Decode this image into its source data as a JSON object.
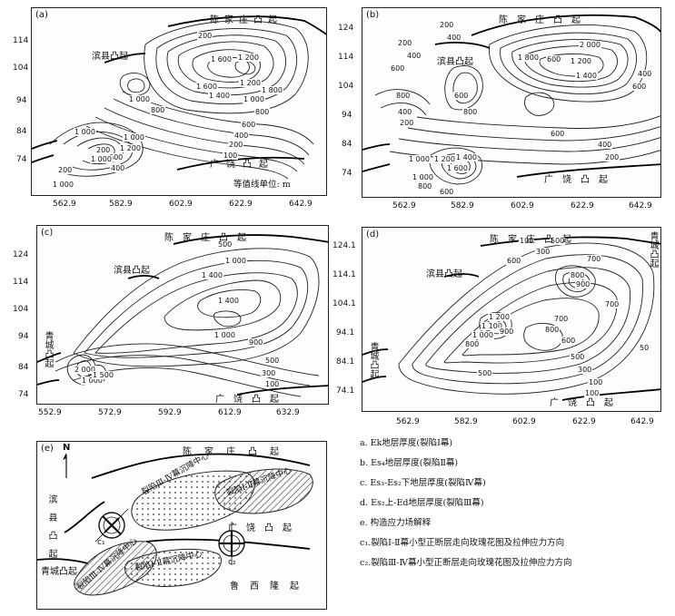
{
  "panels": {
    "a": {
      "label": "(a)",
      "yticks": [
        "114",
        "104",
        "94",
        "84",
        "74"
      ],
      "xticks": [
        "562.9",
        "582.9",
        "602.9",
        "622.9",
        "642.9"
      ],
      "regions": [
        "陈家庄凸起",
        "滨县凸起",
        "广饶凸起"
      ],
      "unit": "等值线单位: m",
      "contours": [
        "200",
        "1 600",
        "1 200",
        "1 800",
        "1 600",
        "1 400",
        "1 200",
        "1 000",
        "1 000",
        "800",
        "600",
        "400",
        "200",
        "100",
        "800",
        "1 000",
        "1 200",
        "1 000",
        "600",
        "400",
        "200",
        "1 000",
        "200",
        "1 000"
      ]
    },
    "b": {
      "label": "(b)",
      "yticks": [
        "124",
        "114",
        "104",
        "94",
        "84",
        "74"
      ],
      "xticks": [
        "562.9",
        "582.9",
        "602.9",
        "622.9",
        "642.9"
      ],
      "regions": [
        "陈家庄凸起",
        "滨县凸起",
        "广饶凸起"
      ],
      "contours": [
        "200",
        "400",
        "200",
        "400",
        "2 000",
        "1 800",
        "600",
        "1 200",
        "1 400",
        "400",
        "600",
        "600",
        "800",
        "600",
        "800",
        "400",
        "200",
        "600",
        "400",
        "200",
        "1 000",
        "1 200",
        "1 400",
        "1 600",
        "1 000",
        "800",
        "600"
      ]
    },
    "c": {
      "label": "(c)",
      "yticks": [
        "124",
        "114",
        "104",
        "94",
        "84",
        "74"
      ],
      "xticks": [
        "552.9",
        "572.9",
        "592.9",
        "612.9",
        "632.9"
      ],
      "regions": [
        "陈家庄凸起",
        "滨县凸起",
        "青城凸起",
        "广饶凸起"
      ],
      "contours": [
        "500",
        "1 000",
        "1 400",
        "1 400",
        "1 000",
        "900",
        "500",
        "300",
        "100",
        "2 000",
        "1 000",
        "1 500"
      ]
    },
    "d": {
      "label": "(d)",
      "yticks": [
        "124.1",
        "114.1",
        "104.1",
        "94.1",
        "84.1",
        "74.1"
      ],
      "xticks": [
        "562.9",
        "582.9",
        "602.9",
        "622.9",
        "642.9"
      ],
      "regions": [
        "陈家庄凸起",
        "滨县凸起",
        "青城凸起",
        "青城凸起",
        "广饶凸起"
      ],
      "contours": [
        "100",
        "300",
        "500",
        "600",
        "700",
        "800",
        "900",
        "1 200",
        "1 100",
        "1 000",
        "800",
        "800",
        "900",
        "700",
        "600",
        "500",
        "300",
        "100",
        "50",
        "700",
        "500",
        "100"
      ]
    },
    "e": {
      "label": "(e)",
      "north": "N",
      "regions": [
        "陈家庄凸起",
        "滨县凸起",
        "青城凸起",
        "广饶凸起",
        "鲁西隆起"
      ],
      "zones": [
        "裂陷Ⅲ-Ⅳ幕沉降中心",
        "裂陷Ⅰ-Ⅱ幕沉降中心",
        "裂陷Ⅲ-Ⅳ幕沉降中心",
        "裂陷Ⅰ-Ⅱ幕沉降中心"
      ],
      "roses": [
        "c₁",
        "c₂"
      ]
    }
  },
  "legend": [
    "a. Ek地层厚度(裂陷Ⅰ幕)",
    "b. Es₄地层厚度(裂陷Ⅱ幕)",
    "c. Es₃-Es₂下地层厚度(裂陷Ⅳ幕)",
    "d. Es₂上-Ed地层厚度(裂陷Ⅲ幕)",
    "e. 构造应力场解释",
    "c₁.裂陷Ⅰ-Ⅱ幕小型正断层走向玫瑰花图及拉伸应力方向",
    "c₂.裂陷Ⅲ-Ⅳ幕小型正断层走向玫瑰花图及拉伸应力方向"
  ]
}
